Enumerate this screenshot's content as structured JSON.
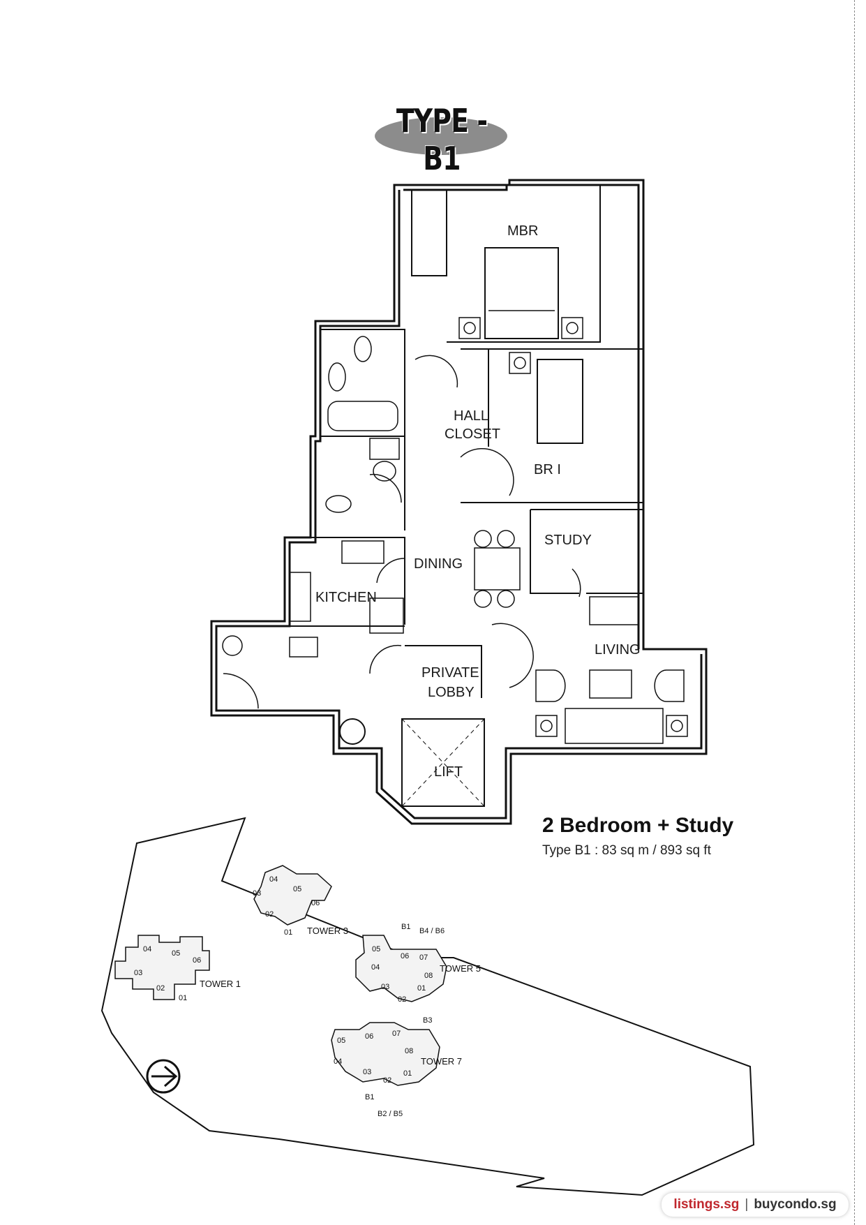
{
  "title": "TYPE - B1",
  "rooms": {
    "mbr": "MBR",
    "hall": "HALL",
    "closet": "CLOSET",
    "br1": "BR I",
    "study": "STUDY",
    "dining": "DINING",
    "kitchen": "KITCHEN",
    "living": "LIVING",
    "private": "PRIVATE",
    "lobby": "LOBBY",
    "lift": "LIFT"
  },
  "caption": {
    "title": "2 Bedroom + Study",
    "area": "Type B1 : 83 sq m / 893 sq ft"
  },
  "site_plan": {
    "towers": [
      "TOWER 1",
      "TOWER 3",
      "TOWER 5",
      "TOWER 7"
    ],
    "tower1_units": [
      "04",
      "05",
      "06",
      "03",
      "02",
      "01"
    ],
    "tower3_units": [
      "04",
      "05",
      "03",
      "06",
      "02",
      "01"
    ],
    "tower5_units": [
      "05",
      "06",
      "07",
      "04",
      "08",
      "03",
      "01",
      "02"
    ],
    "tower7_units": [
      "05",
      "06",
      "07",
      "08",
      "04",
      "03",
      "02",
      "01"
    ],
    "type_tags": [
      "B1",
      "B4 / B6",
      "B3",
      "B1",
      "B2 / B5"
    ]
  },
  "north_arrow": "north-arrow-icon",
  "footer": {
    "brand1": "listings.sg",
    "separator": "|",
    "brand2": "buycondo.sg",
    "accent": "#c0272d"
  }
}
